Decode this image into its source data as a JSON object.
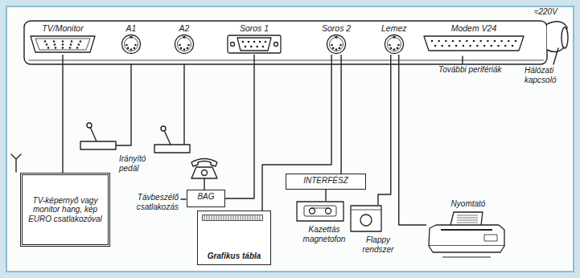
{
  "diagram": {
    "nodes": [
      {
        "text": [
          "TV/Monitor"
        ]
      },
      {
        "text": [
          "A1"
        ]
      },
      {
        "text": [
          "A2"
        ]
      },
      {
        "text": [
          "Soros 1"
        ]
      },
      {
        "text": [
          "Soros 2"
        ]
      },
      {
        "text": [
          "Lemez"
        ]
      },
      {
        "text": [
          "Modem V24"
        ]
      },
      {
        "text": [
          "TV-képernyő vagy monitor hang, kép EURO csatlakozóval"
        ]
      },
      {
        "text": [
          "BAG"
        ]
      },
      {
        "text": [
          "Grafikus tábla"
        ]
      },
      {
        "text": [
          "INTERFÉSZ"
        ]
      },
      {
        "text": [
          "Kazettás magnetofon"
        ]
      },
      {
        "text": [
          "Flappy rendszer"
        ]
      },
      {
        "text": [
          "Nyomtató"
        ]
      }
    ],
    "edges": [
      {
        "from": 0,
        "to": 7,
        "arrow": "none"
      },
      {
        "from": 3,
        "to": 8,
        "arrow": "none"
      },
      {
        "from": 4,
        "to": 9,
        "arrow": "none"
      },
      {
        "from": 4,
        "to": 10,
        "arrow": "none"
      },
      {
        "from": 10,
        "to": 11,
        "arrow": "none"
      },
      {
        "from": 5,
        "to": 12,
        "arrow": "none"
      },
      {
        "from": 5,
        "to": 13,
        "arrow": "none"
      }
    ],
    "labels": [
      "Irányító pedál",
      "Távbeszélő csatlakozás",
      "További perifériák",
      "≈220V",
      "Hálózati kapcsoló"
    ]
  }
}
